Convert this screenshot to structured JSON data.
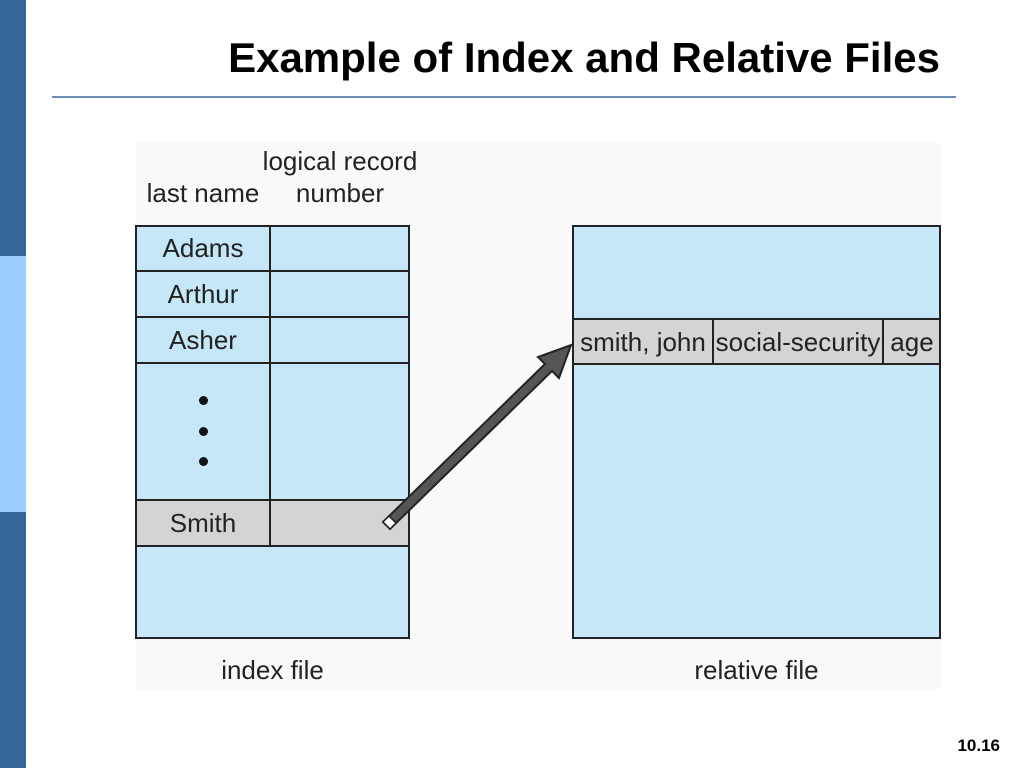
{
  "slide": {
    "title": "Example of Index and Relative Files",
    "page_number": "10.16"
  },
  "index_file": {
    "header_last_name": "last name",
    "header_logical_line1": "logical record",
    "header_logical_line2": "number",
    "rows": [
      "Adams",
      "Arthur",
      "Asher",
      "Smith"
    ],
    "caption": "index file"
  },
  "relative_file": {
    "fields": [
      "smith, john",
      "social-security",
      "age"
    ],
    "caption": "relative file"
  },
  "colors": {
    "sidebar_dark": "#336699",
    "sidebar_light": "#99ccff",
    "box_fill": "#c5e7f7",
    "highlight_row": "#d4d4d4",
    "arrow": "#555555"
  }
}
